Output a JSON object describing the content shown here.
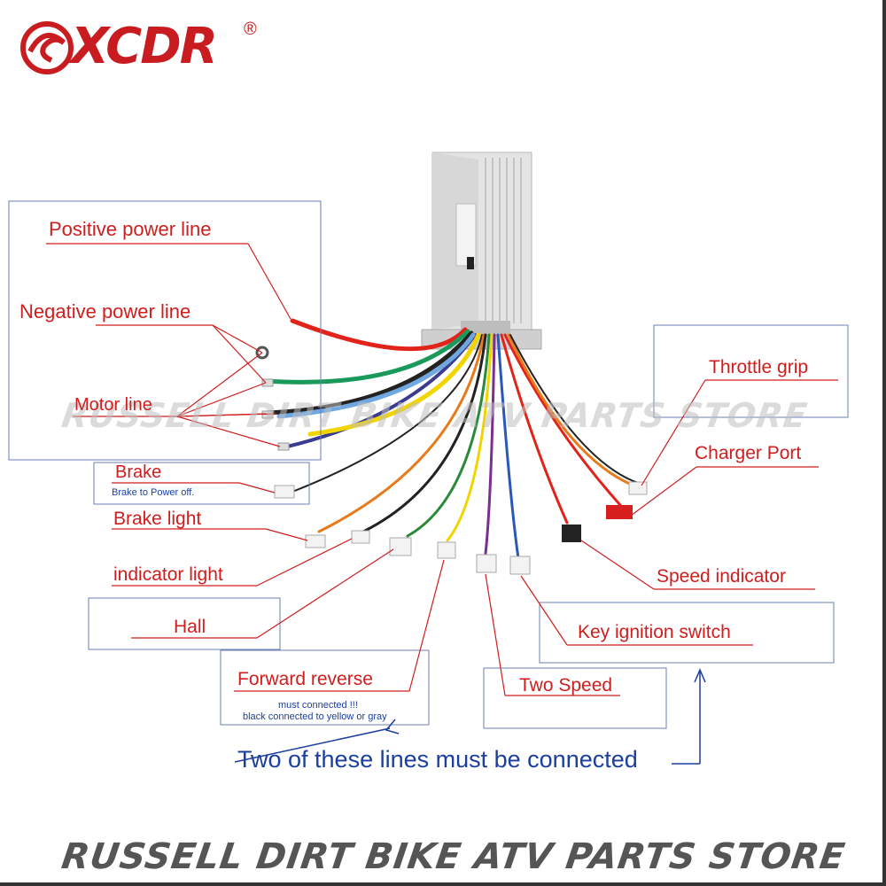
{
  "brand": {
    "logo_text": "XCDR",
    "registered": "®"
  },
  "watermark": {
    "text": "RUSSELL DIRT BIKE ATV PARTS STORE"
  },
  "labels": {
    "positive_power": "Positive power line",
    "negative_power": "Negative power line",
    "motor_line": "Motor line",
    "brake": "Brake",
    "brake_note": "Brake to Power off.",
    "brake_light": "Brake light",
    "indicator_light": "indicator light",
    "hall": "Hall",
    "forward_reverse": "Forward reverse",
    "forward_note_1": "must connected  !!!",
    "forward_note_2": "black connected to yellow or gray",
    "two_speed": "Two Speed",
    "key_ignition": "Key ignition switch",
    "speed_indicator": "Speed indicator",
    "charger_port": "Charger Port",
    "throttle_grip": "Throttle grip"
  },
  "connection_note": "Two of these lines must be connected",
  "colors": {
    "label_red": "#d01d1d",
    "note_blue": "#1b3f9e",
    "box_border": "#6b7fb5",
    "logo_red": "#c91c20"
  }
}
